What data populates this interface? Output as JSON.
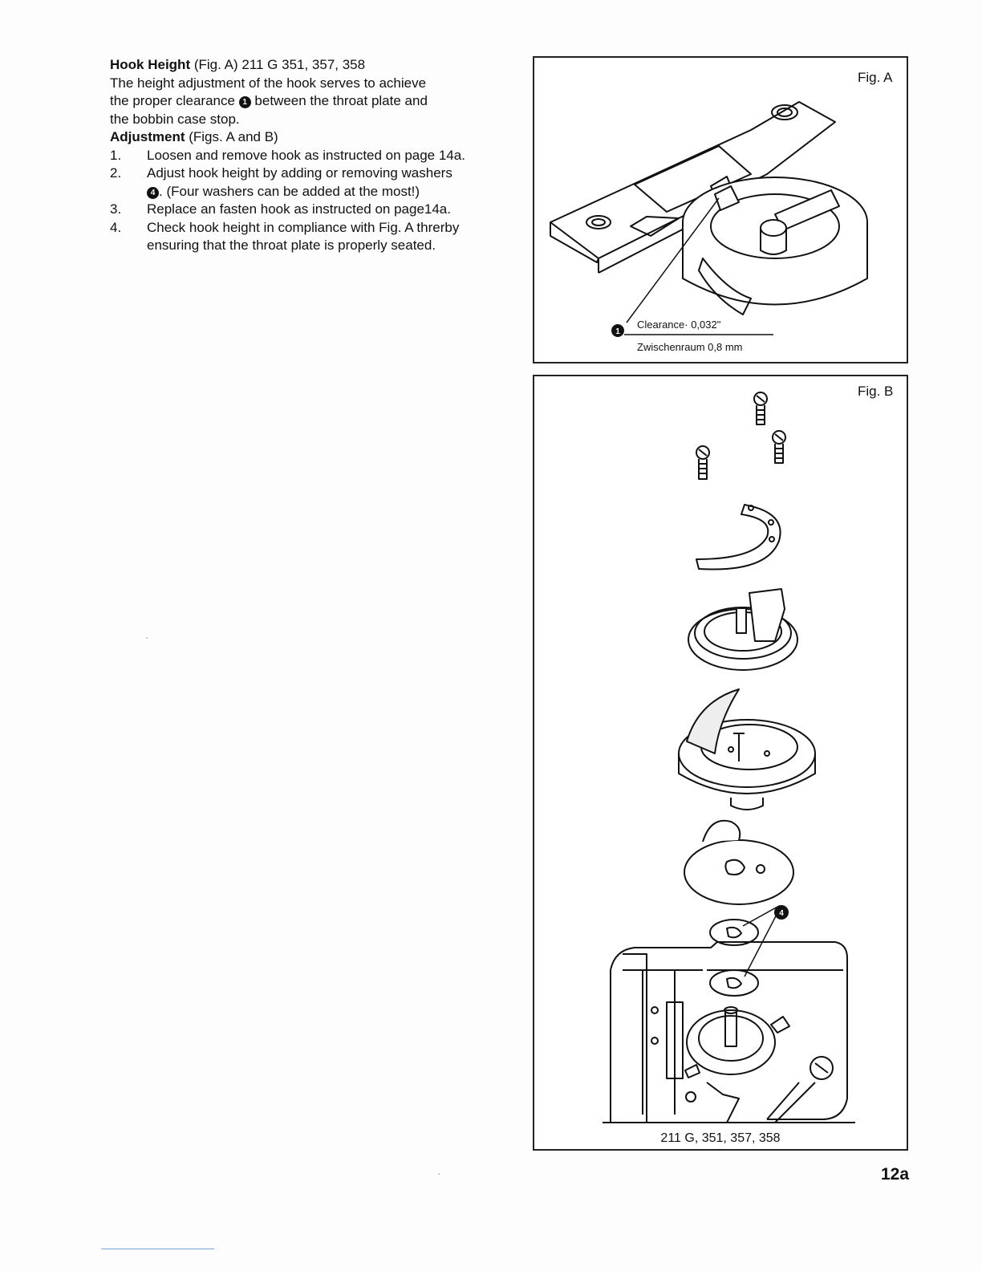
{
  "hook_height": {
    "title": "Hook Height",
    "title_rest": " (Fig. A) 211 G 351, 357, 358",
    "lines": [
      "The height adjustment of the hook serves to achieve",
      "the proper clearance",
      "between the throat plate and",
      "the bobbin case stop."
    ],
    "callout": "1"
  },
  "adjustment": {
    "title": "Adjustment",
    "title_rest": " (Figs. A and B)",
    "steps": [
      {
        "num": "1.",
        "text": "Loosen and remove hook as instructed on page 14a."
      },
      {
        "num": "2.",
        "text_a": "Adjust hook height by adding or removing washers",
        "callout": "4",
        "text_b": ". (Four washers can be added at the most!)"
      },
      {
        "num": "3.",
        "text": "Replace an fasten hook as instructed on page14a."
      },
      {
        "num": "4.",
        "text": "Check hook height in compliance with Fig. A threrby ensuring that the throat plate is properly seated."
      }
    ]
  },
  "fig_a": {
    "label": "Fig. A",
    "clearance": "Clearance· 0,032\"",
    "zwischenraum": "Zwischenraum 0,8 mm",
    "callout": "1"
  },
  "fig_b": {
    "label": "Fig. B",
    "caption": "211 G, 351, 357, 358",
    "callout": "4"
  },
  "page_number": "12a"
}
